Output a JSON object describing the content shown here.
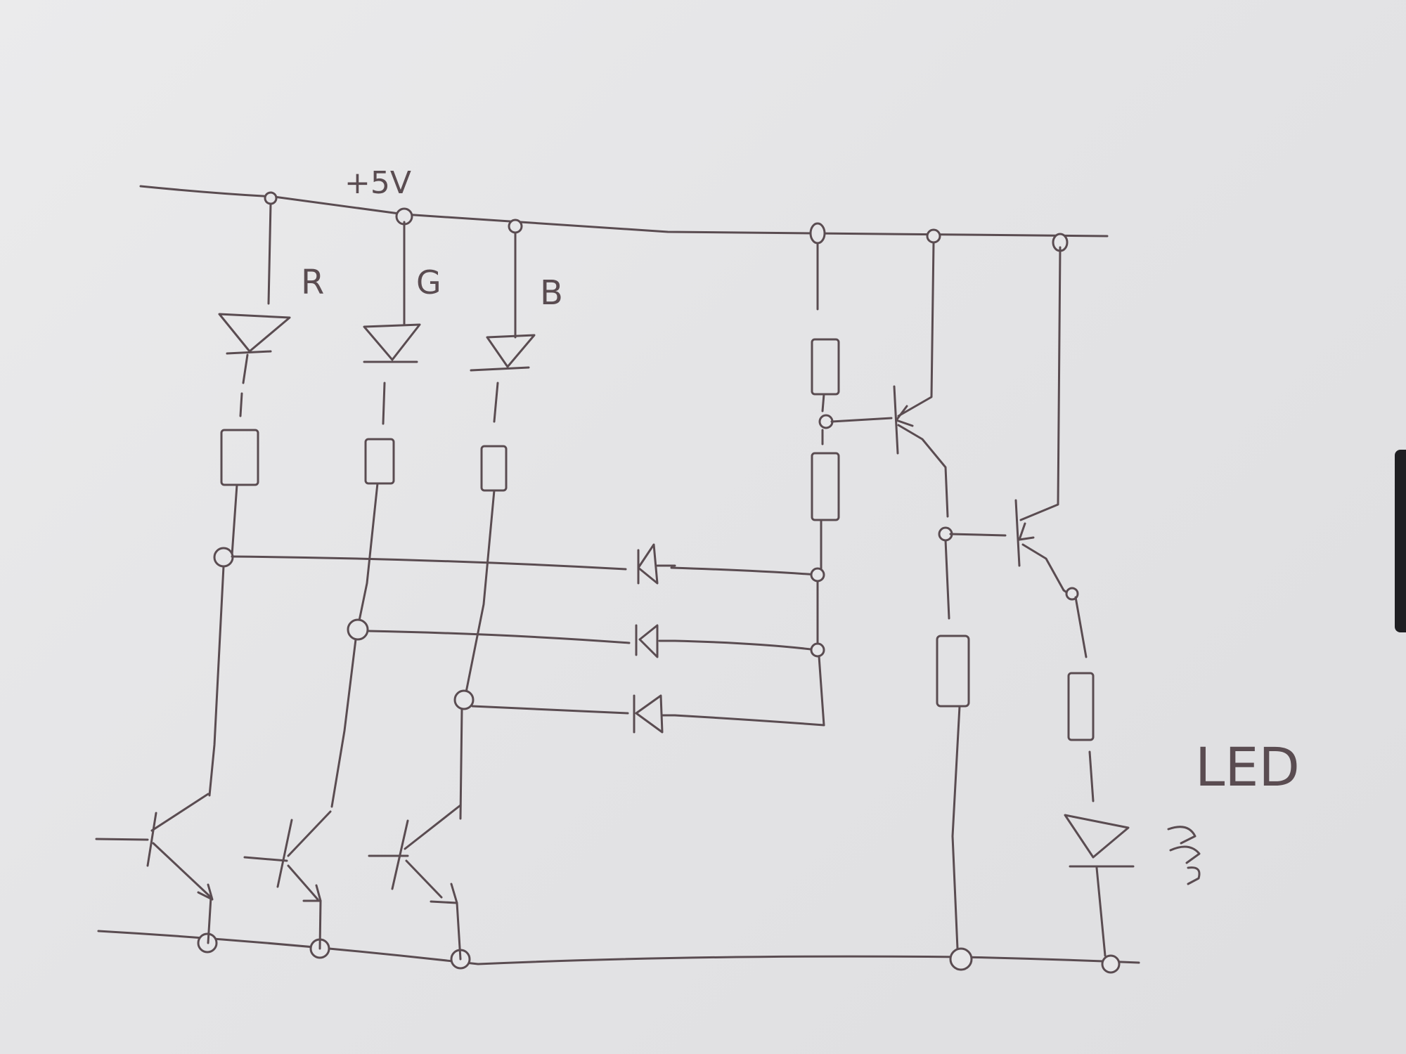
{
  "labels": {
    "supply": "+5V",
    "red": "R",
    "green": "G",
    "blue": "B",
    "led": "LED"
  },
  "colors": {
    "ink": "#5a4c51",
    "paper": "#e6e6e8"
  }
}
